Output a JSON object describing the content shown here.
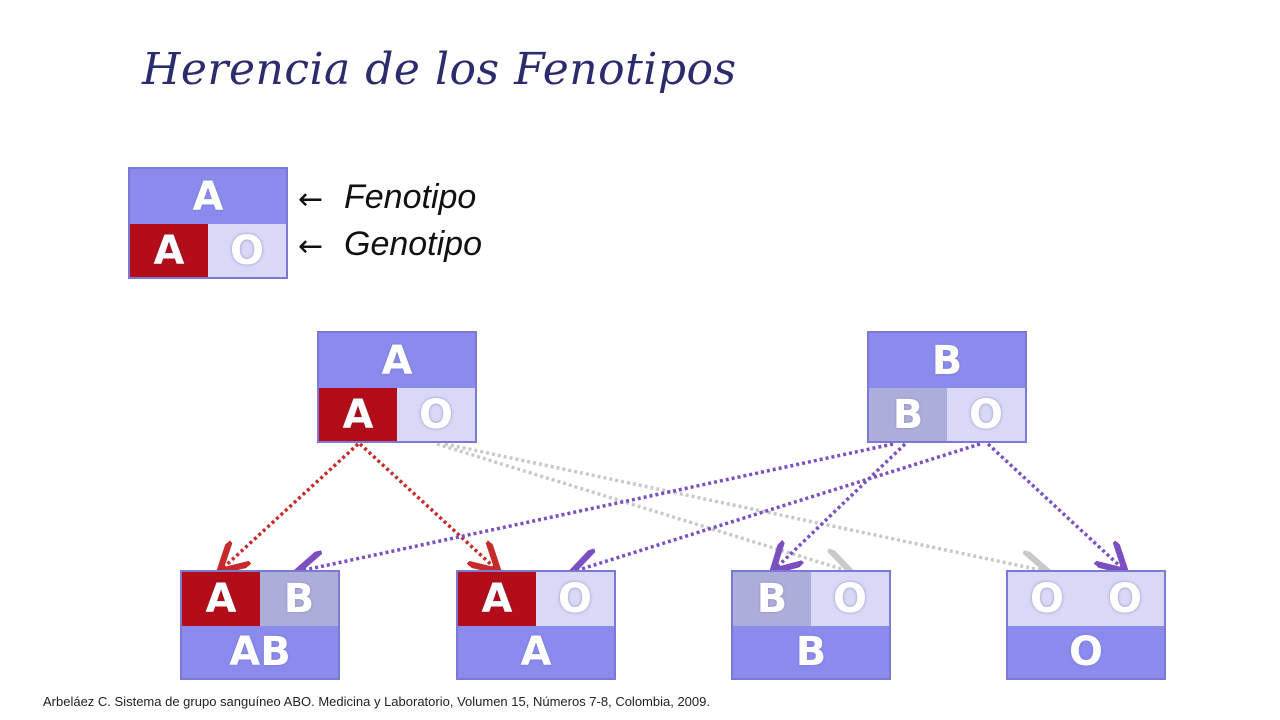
{
  "title": "Herencia de los Fenotipos",
  "legend": {
    "phenotype": "A",
    "genotype": [
      "A",
      "O"
    ],
    "phenotype_label": "Fenotipo",
    "genotype_label": "Genotipo",
    "arrow": "←"
  },
  "parents": [
    {
      "phenotype": "A",
      "alleles": [
        "A",
        "O"
      ]
    },
    {
      "phenotype": "B",
      "alleles": [
        "B",
        "O"
      ]
    }
  ],
  "children": [
    {
      "phenotype": "AB",
      "alleles": [
        "A",
        "B"
      ]
    },
    {
      "phenotype": "A",
      "alleles": [
        "A",
        "O"
      ]
    },
    {
      "phenotype": "B",
      "alleles": [
        "B",
        "O"
      ]
    },
    {
      "phenotype": "O",
      "alleles": [
        "O",
        "O"
      ]
    }
  ],
  "colors": {
    "allele_A": "#b20d18",
    "allele_B": "#adadd9",
    "allele_O": "#d9d9f7",
    "phenotype_box": "#8b8bee",
    "arrow_from_A": "#c62a2a",
    "arrow_from_O_parent1": "#c9c9c9",
    "arrow_from_parent2": "#7b4fbf"
  },
  "citation": "Arbeláez C. Sistema de grupo sanguíneo ABO. Medicina y Laboratorio, Volumen 15, Números 7-8, Colombia, 2009."
}
